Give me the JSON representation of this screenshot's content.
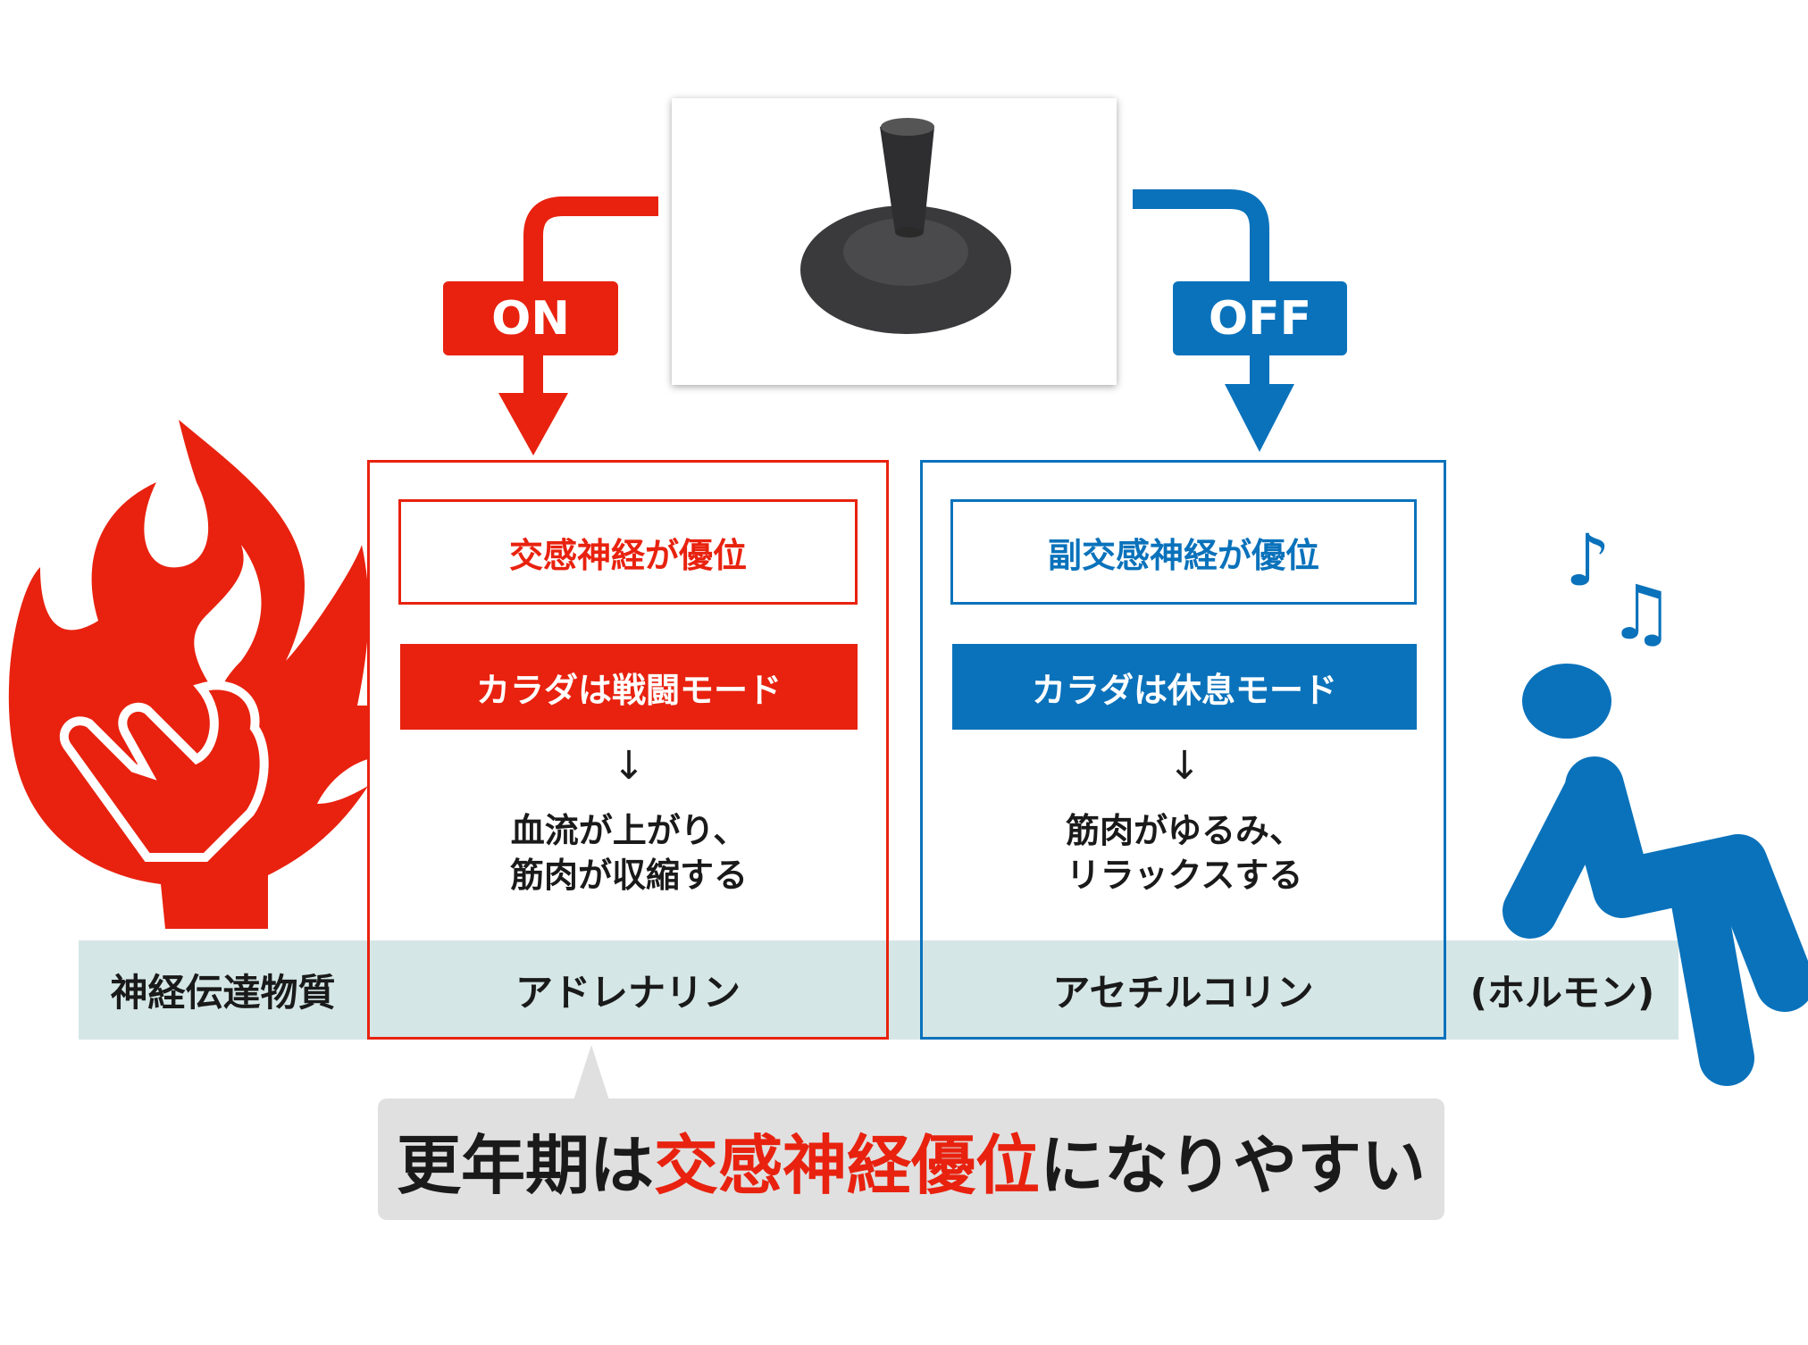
{
  "colors": {
    "sympathetic": "#e8220f",
    "parasympathetic": "#0a72bb",
    "band": "#d5e6e6",
    "callout_bg": "#e0e0e0"
  },
  "switch": {
    "image": "joystick-switch",
    "on_label": "ON",
    "off_label": "OFF"
  },
  "sympathetic": {
    "title": "交感神経が優位",
    "mode": "カラダは戦闘モード",
    "arrow": "↓",
    "effect_line1": "血流が上がり、",
    "effect_line2": "筋肉が収縮する",
    "transmitter": "アドレナリン",
    "icon": "burning-fist-icon"
  },
  "parasympathetic": {
    "title": "副交感神経が優位",
    "mode": "カラダは休息モード",
    "arrow": "↓",
    "effect_line1": "筋肉がゆるみ、",
    "effect_line2": "リラックスする",
    "transmitter": "アセチルコリン",
    "icon": "relaxing-person-icon"
  },
  "band": {
    "left_label": "神経伝達物質",
    "right_label": "(ホルモン)"
  },
  "callout": {
    "prefix": "更年期は",
    "highlight": "交感神経優位",
    "suffix": "になりやすい"
  }
}
